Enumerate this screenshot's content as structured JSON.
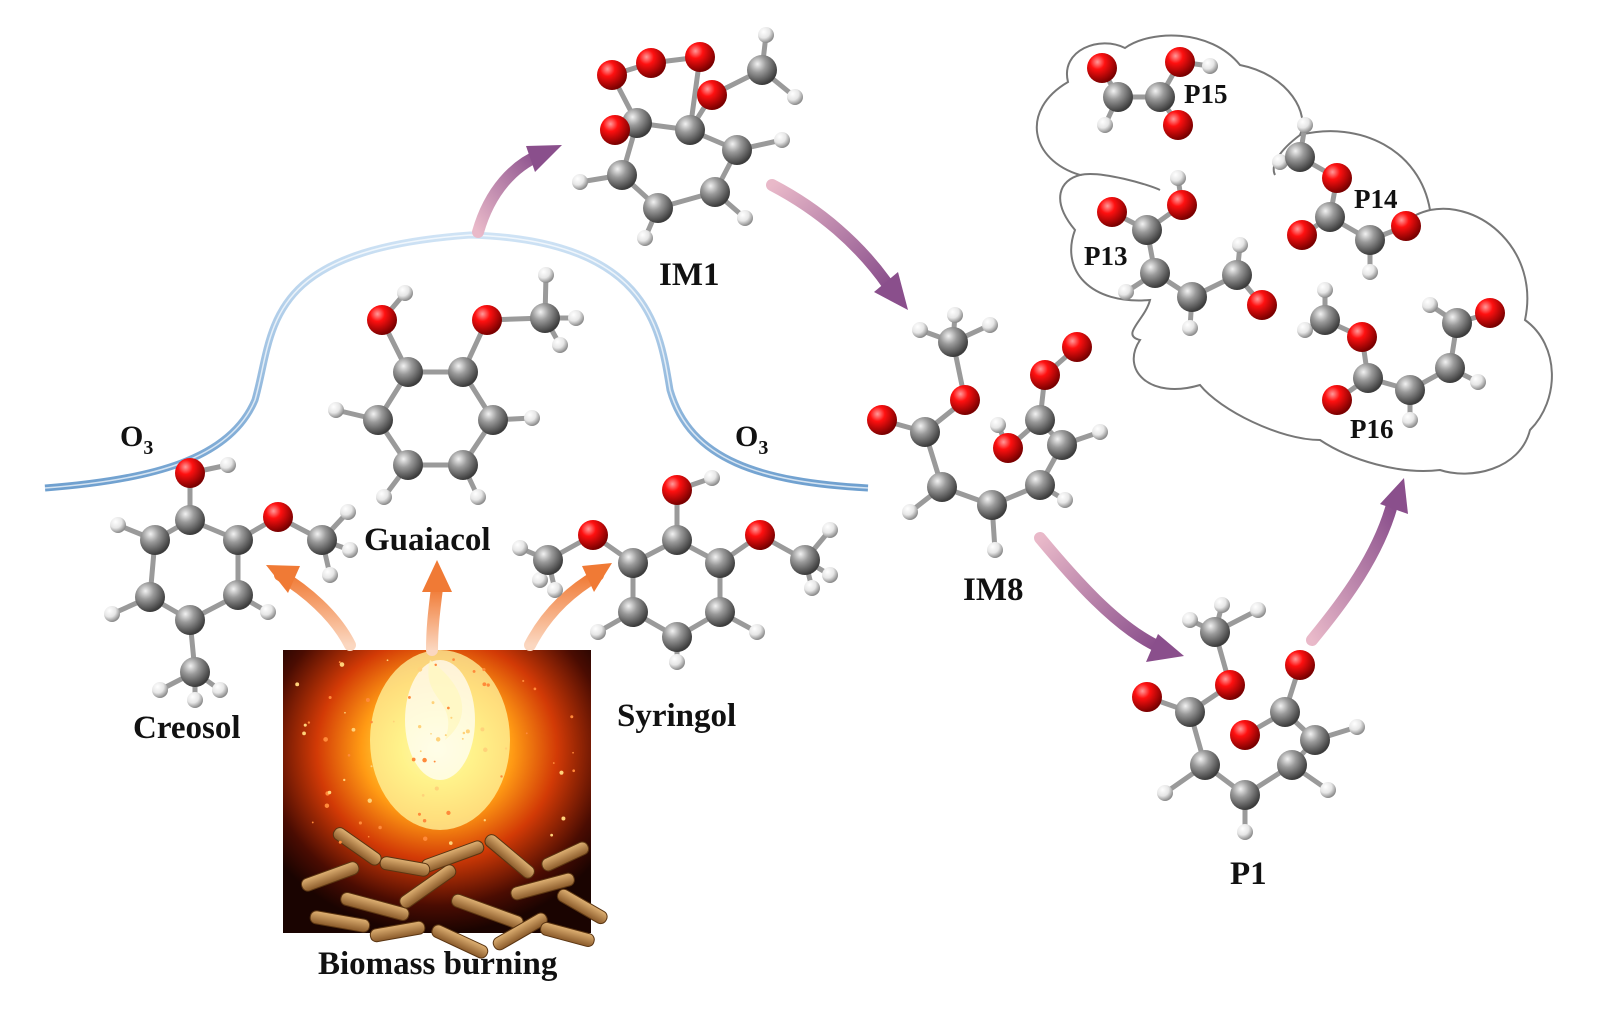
{
  "molecules": {
    "creosol": "Creosol",
    "guaiacol": "Guaiacol",
    "syringol": "Syringol",
    "im1": "IM1",
    "im8": "IM8",
    "p1": "P1",
    "p13": "P13",
    "p14": "P14",
    "p15": "P15",
    "p16": "P16"
  },
  "ozone": {
    "left_main": "O",
    "left_sub": "3",
    "right_main": "O",
    "right_sub": "3"
  },
  "source": {
    "label": "Biomass burning"
  },
  "colors": {
    "oxygen": "#e00000",
    "carbon": "#7a7a7a",
    "hydrogen": "#dcdcdc",
    "arrow_orange": "#f08a4b",
    "arrow_purple": "#9b5a90",
    "ozone_curve": "#6fa6d6",
    "cloud_outline": "#777777"
  },
  "icons": {
    "fire_image": "biomass-fire-image",
    "ozone_layer": "ozone-curve",
    "product_cloud": "cloud-outline"
  }
}
